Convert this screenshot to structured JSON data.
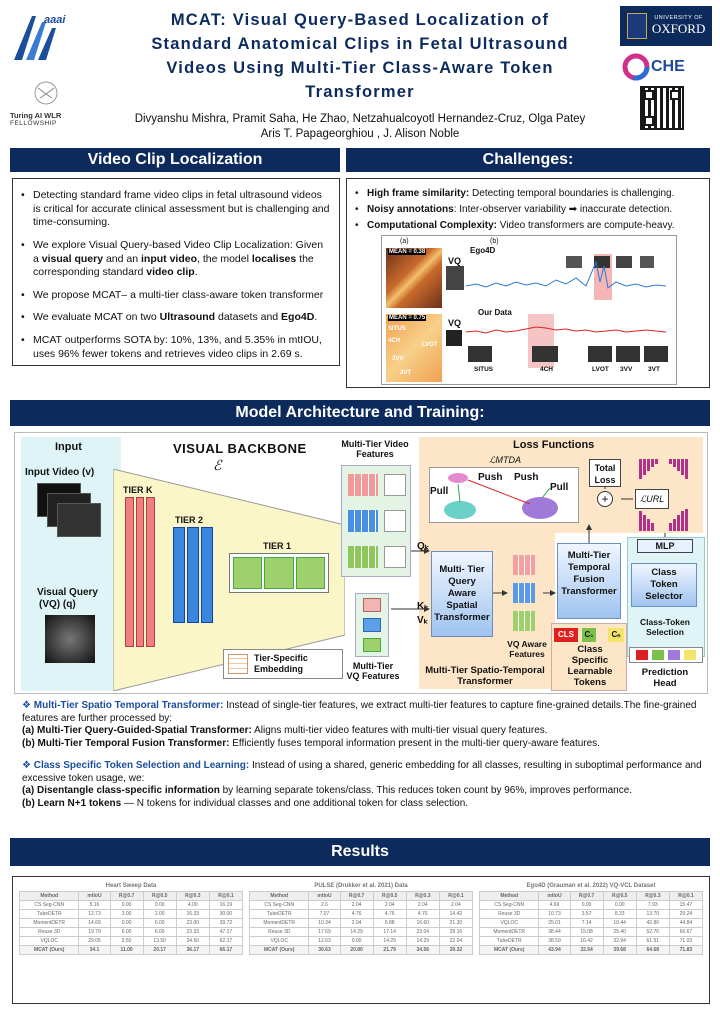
{
  "header": {
    "logos": {
      "aaai": "aaai",
      "turing": "Turing AI WLR",
      "turing_sub": "FELLOWSHIP",
      "oxford_top": "UNIVERSITY OF",
      "oxford_name": "OXFORD",
      "oche": "CHE"
    },
    "title_lines": [
      "MCAT: Visual Query-Based Localization of",
      "Standard Anatomical Clips in Fetal Ultrasound",
      "Videos Using Multi-Tier Class-Aware Token",
      "Transformer"
    ],
    "authors_line1": "Divyanshu Mishra, Pramit Saha, He Zhao, Netzahualcoyotl Hernandez-Cruz, Olga Patey",
    "authors_line2": "Aris T. Papageorghiou , J. Alison Noble"
  },
  "video_clip": {
    "title": "Video Clip Localization",
    "bullets": [
      "Detecting standard frame video clips in fetal ultrasound videos is critical for accurate clinical assessment but is challenging and time-consuming.",
      "We explore Visual Query-based Video Clip Localization: Given a visual query and an input video, the model localises the corresponding standard video clip.",
      "We propose MCAT– a multi-tier class-aware token transformer",
      "We evaluate MCAT on two Ultrasound datasets and Ego4D.",
      "MCAT outperforms SOTA by: 10%, 13%, and 5.35% in mtIOU, uses 96% fewer tokens and retrieves video clips in 2.69 s."
    ]
  },
  "challenges": {
    "title": "Challenges:",
    "items": [
      {
        "label": "High frame similarity:",
        "text": " Detecting temporal boundaries is challenging."
      },
      {
        "label": "Noisy annotations",
        "text": ": Inter-observer variability ➡ inaccurate detection."
      },
      {
        "label": "Computational Complexity:",
        "text": " Video transformers are compute-heavy."
      }
    ],
    "fig": {
      "a": "(a)",
      "b": "(b)",
      "mean1": "MEAN = 0.38",
      "mean2": "MEAN = 0.75",
      "vq": "VQ",
      "ego": "Ego4D",
      "ours": "Our Data",
      "situs": "SITUS",
      "4ch": "4CH",
      "lvot": "LVOT",
      "3vv": "3VV",
      "3vt": "3VT"
    }
  },
  "model": {
    "title": "Model Architecture and Training:",
    "diagram": {
      "input": "Input",
      "backbone": "VISUAL BACKBONE",
      "script_e": "ℰ",
      "input_video": "Input Video (v)",
      "visual_query": "Visual Query",
      "vq_q": "(VQ) (q)",
      "tier_k": "TIER K",
      "tier_2": "TIER 2",
      "tier_1": "TIER 1",
      "tier_emb1": "Tier-Specific",
      "tier_emb2": "Embedding",
      "mt_video1": "Multi-Tier Video",
      "mt_video2": "Features",
      "mt_vq1": "Multi-Tier",
      "mt_vq2": "VQ Features",
      "qk": "Qₖ",
      "kk": "Kₖ",
      "vk": "Vₖ",
      "mtq1": "Multi- Tier",
      "mtq2": "Query",
      "mtq3": "Aware",
      "mtq4": "Spatial",
      "mtq5": "Transformer",
      "vqaware1": "VQ Aware",
      "vqaware2": "Features",
      "mtst1": "Multi-Tier Spatio-Temporal",
      "mtst2": "Transformer",
      "loss": "Loss Functions",
      "lmtda": "ℒMTDA",
      "push": "Push",
      "pull": "Pull",
      "total1": "Total",
      "total2": "Loss",
      "lurl": "ℒURL",
      "mttf1": "Multi-Tier",
      "mttf2": "Temporal",
      "mttf3": "Fusion",
      "mttf4": "Transformer",
      "cls": "CLS",
      "c1": "C₁",
      "cn": "Cₙ",
      "cst1": "Class",
      "cst2": "Specific",
      "cst3": "Learnable",
      "cst4": "Tokens",
      "mlp": "MLP",
      "cts1": "Class",
      "cts2": "Token",
      "cts3": "Selector",
      "ctsel1": "Class-Token",
      "ctsel2": "Selection",
      "ph1": "Prediction",
      "ph2": "Head"
    },
    "p1_label": "Multi-Tier  Spatio Temporal Transformer:",
    "p1_text": " Instead of single-tier features, we extract multi-tier features to capture fine-grained details.The fine-grained features are further processed by:",
    "p1_a_label": "Multi-Tier Query-Guided-Spatial Transformer:",
    "p1_a_text": "  Aligns multi-tier video features with multi-tier visual query features.",
    "p1_b_label": "Multi-Tier Temporal Fusion Transformer:",
    "p1_b_text": " Efficiently fuses temporal information present in the multi-tier query-aware features.",
    "p2_label": "Class Specific Token Selection and Learning:",
    "p2_text": " Instead of using a shared, generic embedding for all classes, resulting in suboptimal performance and excessive token usage, we:",
    "p2_a_label": "Disentangle class-specific information",
    "p2_a_text": " by learning separate tokens/class. This reduces token count by 96%, improves performance.",
    "p2_b_label": "Learn N+1 tokens",
    "p2_b_text": " — N tokens for individual classes and one additional token for class selection."
  },
  "results": {
    "title": "Results",
    "tables": [
      {
        "caption": "Heart Sweep Data",
        "headers": [
          "Method",
          "mtIoU",
          "R@0.7",
          "R@0.5",
          "R@0.3",
          "R@0.1"
        ],
        "rows": [
          [
            "CS Seg-CNN",
            "5.16",
            "0.00",
            "0.00",
            "4.00",
            "16.19"
          ],
          [
            "TubeDETR",
            "12.73",
            "3.00",
            "2.00",
            "16.33",
            "30.00"
          ],
          [
            "MomentDETR",
            "14.69",
            "0.00",
            "6.00",
            "23.00",
            "39.72"
          ],
          [
            "Reuse 3D",
            "19.79",
            "6.00",
            "6.00",
            "23.33",
            "47.17"
          ],
          [
            "VQLOC",
            "29.05",
            "3.50",
            "13.50",
            "34.50",
            "62.17"
          ],
          [
            "MCAT (Ours)",
            "34.1",
            "11.00",
            "20.17",
            "36.17",
            "66.17"
          ]
        ]
      },
      {
        "caption": "PULSE (Drukker et al. 2021) Data",
        "headers": [
          "Method",
          "mtIoU",
          "R@0.7",
          "R@0.5",
          "R@0.3",
          "R@0.1"
        ],
        "rows": [
          [
            "CS Seg-CNN",
            "2.6",
            "2.04",
            "2.04",
            "2.04",
            "2.04"
          ],
          [
            "TubeDETR",
            "7.07",
            "4.76",
            "4.76",
            "4.76",
            "14.42"
          ],
          [
            "MomentDETR",
            "10.34",
            "2.04",
            "6.88",
            "16.60",
            "21.30"
          ],
          [
            "Reuse 3D",
            "17.69",
            "14.29",
            "17.14",
            "23.04",
            "28.16"
          ],
          [
            "VQLOC",
            "12.63",
            "0.00",
            "14.29",
            "14.29",
            "22.04"
          ],
          [
            "MCAT (Ours)",
            "30.63",
            "20.80",
            "21.79",
            "34.56",
            "39.32"
          ]
        ]
      },
      {
        "caption": "Ego4D (Grauman et al. 2022) VQ-VCL Dataset",
        "headers": [
          "Method",
          "mtIoU",
          "R@0.7",
          "R@0.5",
          "R@0.3",
          "R@0.1"
        ],
        "rows": [
          [
            "CS Seg-CNN",
            "4.69",
            "0.00",
            "0.00",
            "7.93",
            "15.47"
          ],
          [
            "Reuse 3D",
            "10.73",
            "3.57",
            "8.33",
            "13.70",
            "29.24"
          ],
          [
            "VQLOC",
            "25.01",
            "7.14",
            "10.44",
            "42.86",
            "44.84"
          ],
          [
            "MomentDETR",
            "38.44",
            "15.08",
            "25.40",
            "52.76",
            "66.67"
          ],
          [
            "TubeDETR",
            "38.59",
            "16.42",
            "32.94",
            "61.51",
            "71.03"
          ],
          [
            "MCAT (Ours)",
            "43.94",
            "32.54",
            "39.68",
            "64.68",
            "71.83"
          ]
        ]
      }
    ]
  }
}
